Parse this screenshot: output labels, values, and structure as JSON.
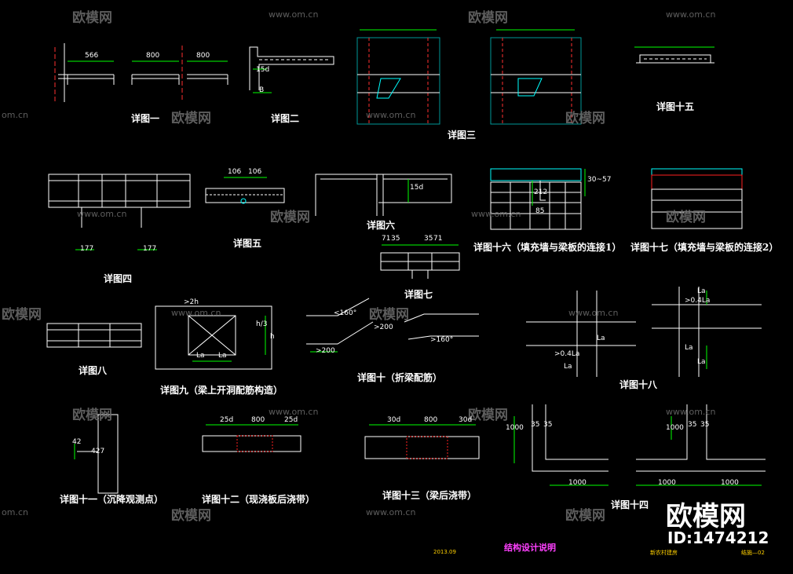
{
  "colors": {
    "background": "#000000",
    "line": "#ffffff",
    "dimension": "#00ff00",
    "axis": "#ff3030",
    "cyan": "#00ffff",
    "red": "#ff2020",
    "magenta": "#ff40ff",
    "title": "#ff40ff",
    "watermark": "#6e6e6e"
  },
  "watermark": {
    "logo_text": "欧模网",
    "url": "www.om.cn",
    "url_short": "om.cn"
  },
  "brand": {
    "name": "欧模网",
    "id": "ID:1474212"
  },
  "details": {
    "d1": "详图一",
    "d2": "详图二",
    "d3": "详图三",
    "d4": "详图四",
    "d5": "详图五",
    "d6": "详图六",
    "d7": "详图七",
    "d8": "详图八",
    "d9": "详图九（梁上开洞配筋构造）",
    "d10": "详图十（折梁配筋）",
    "d11": "详图十一（沉降观测点）",
    "d12": "详图十二（现浇板后浇带）",
    "d13": "详图十三（梁后浇带）",
    "d14": "详图十四",
    "d15": "详图十五",
    "d16": "详图十六（填充墙与梁板的连接1）",
    "d17": "详图十七（填充墙与梁板的连接2）",
    "d18": "详图十八"
  },
  "dims": {
    "d1_a": "566",
    "d1_b": "800",
    "d1_c": "800",
    "d2_a": "15d",
    "d2_b": "B",
    "d4_a": "177",
    "d4_b": "177",
    "d5_a": "106",
    "d5_b": "106",
    "d6_a": "15d",
    "d7_a": "71",
    "d7_b": "35",
    "d7_c": "35",
    "d7_d": "71",
    "d9_a": ">2h",
    "d9_b": "La",
    "d9_c": "La",
    "d9_d": "h",
    "d9_e": "h/3",
    "d10_a": "<160°",
    "d10_b": ">200",
    "d10_c": ">200",
    "d10_d": ">160°",
    "d11_a": "42",
    "d11_b": "427",
    "d12_a": "25d",
    "d12_b": "800",
    "d12_c": "25d",
    "d13_a": "30d",
    "d13_b": "800",
    "d13_c": "30d",
    "d14_a": "1000",
    "d14_b": "35",
    "d14_c": "35",
    "d14_d": "1000",
    "d14_e": "1000",
    "d14_f": "35",
    "d14_g": "35",
    "d14_h": "1000",
    "d14_i": "1000",
    "d16_a": "212",
    "d16_b": "85",
    "d16_c": "30~57",
    "d18_a": "La",
    "d18_b": ">0.4La",
    "d18_c": ">0.4La",
    "d18_d": "La",
    "d18_e": "La",
    "d18_f": "La",
    "d18_g": "La"
  },
  "footer": {
    "date": "2013.09",
    "title": "结构设计说明",
    "project": "新农村建房",
    "sheet": "结施—02"
  }
}
